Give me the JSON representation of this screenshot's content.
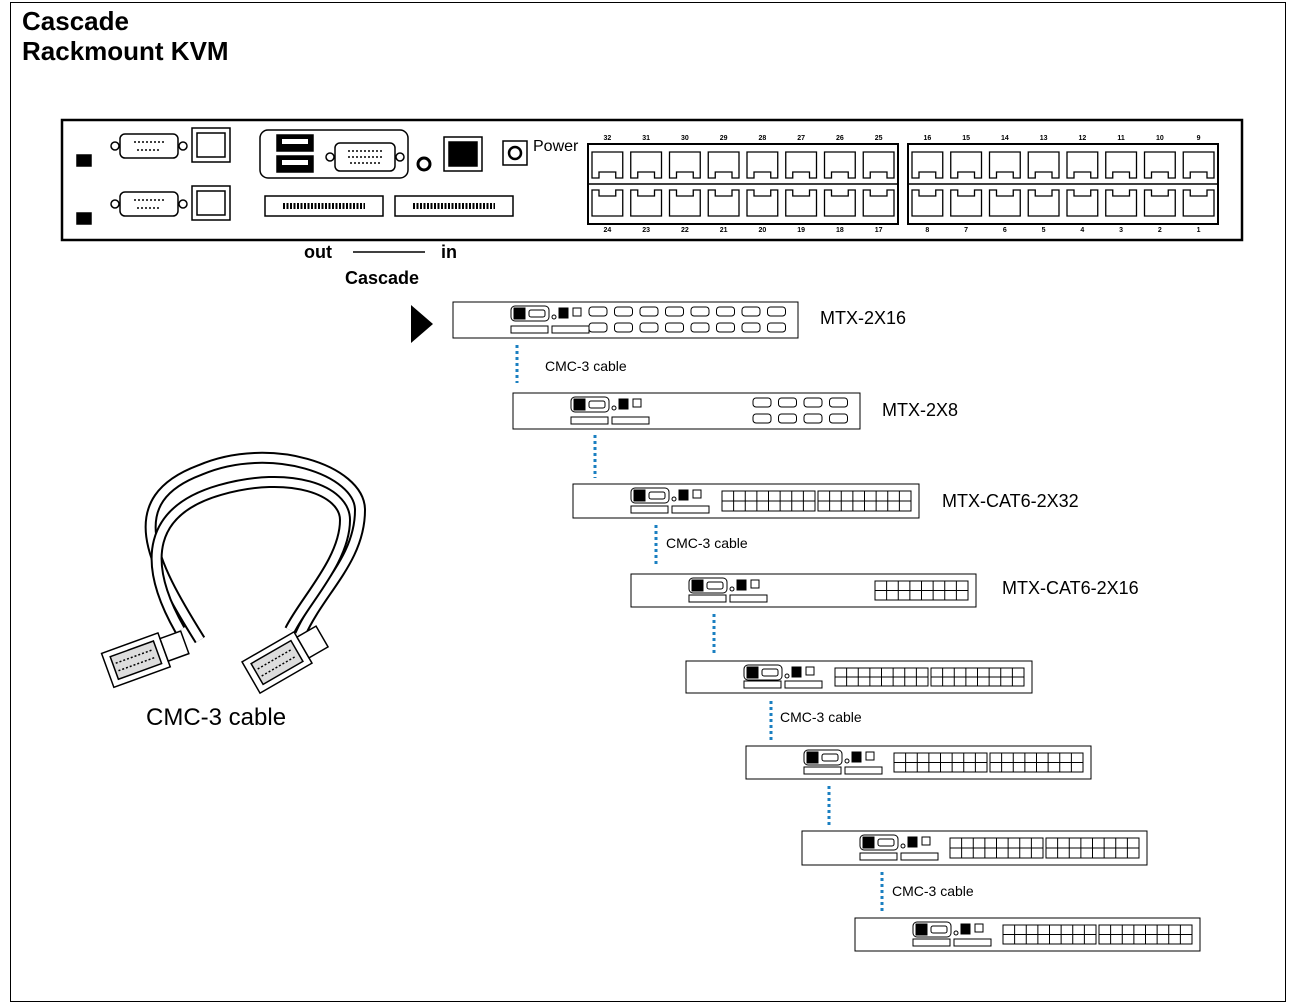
{
  "title": {
    "line1": "Cascade",
    "line2": "Rackmount KVM"
  },
  "main_unit": {
    "power_label": "Power",
    "top_port_numbers": [
      "32",
      "31",
      "30",
      "29",
      "28",
      "27",
      "26",
      "25",
      "16",
      "15",
      "14",
      "13",
      "12",
      "11",
      "10",
      "9"
    ],
    "bottom_port_numbers": [
      "24",
      "23",
      "22",
      "21",
      "20",
      "19",
      "18",
      "17",
      "8",
      "7",
      "6",
      "5",
      "4",
      "3",
      "2",
      "1"
    ],
    "cascade_out": "out",
    "cascade_in": "in",
    "cascade_label": "Cascade"
  },
  "cascade_chain": [
    {
      "model": "MTX-2X16",
      "type": "vga",
      "ports": 8
    },
    {
      "model": "MTX-2X8",
      "type": "vga",
      "ports": 4
    },
    {
      "model": "MTX-CAT6-2X32",
      "type": "rj45",
      "ports": 16
    },
    {
      "model": "MTX-CAT6-2X16",
      "type": "rj45",
      "ports": 8
    },
    {
      "model": "",
      "type": "rj45",
      "ports": 16
    },
    {
      "model": "",
      "type": "rj45",
      "ports": 16
    },
    {
      "model": "",
      "type": "rj45",
      "ports": 16
    },
    {
      "model": "",
      "type": "rj45",
      "ports": 16
    }
  ],
  "cable_labels": [
    "CMC-3 cable",
    "CMC-3 cable",
    "CMC-3 cable",
    "CMC-3 cable"
  ],
  "cable_picture_label": "CMC-3 cable",
  "colors": {
    "dotted_line": "#1a7fc1",
    "line": "#000000"
  }
}
